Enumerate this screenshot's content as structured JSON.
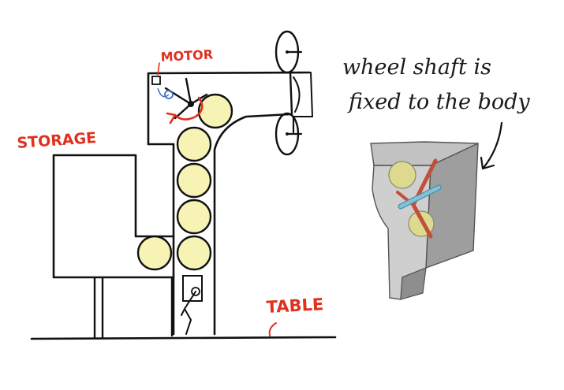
{
  "labels": {
    "motor": "MOTOR",
    "storage": "STORAGE",
    "table": "TABLE",
    "note_line1": "wheel shaft is",
    "note_line2": "fixed to the body"
  },
  "colors": {
    "annotation_red": "#e0301e",
    "ink": "#111111",
    "ball_fill": "#f6f3b4",
    "block_grey": "#cfcfcf",
    "shaft_blue": "#7ec3d6",
    "blade_red": "#c0503c"
  }
}
